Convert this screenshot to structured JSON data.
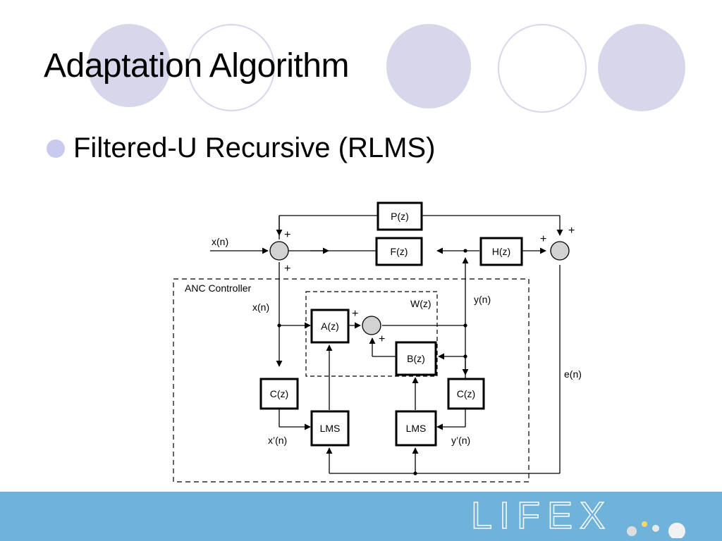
{
  "slide": {
    "title": "Adaptation Algorithm",
    "bullet": "Filtered-U Recursive (RLMS)"
  },
  "diagram": {
    "blocks": {
      "P": "P(z)",
      "F": "F(z)",
      "H": "H(z)",
      "A": "A(z)",
      "B": "B(z)",
      "C_left": "C(z)",
      "C_right": "C(z)",
      "LMS_left": "LMS",
      "LMS_right": "LMS"
    },
    "labels": {
      "x_in": "x(n)",
      "x_inner": "x(n)",
      "y": "y(n)",
      "e": "e(n)",
      "x_prime": "x’(n)",
      "y_prime": "y’(n)",
      "anc_controller": "ANC Controller",
      "W": "W(z)",
      "plus": "+"
    }
  },
  "footer": {
    "logo_text": "LIFEX",
    "colors": {
      "bar": "#6fb3da",
      "decor": "#d7d7ec"
    }
  }
}
